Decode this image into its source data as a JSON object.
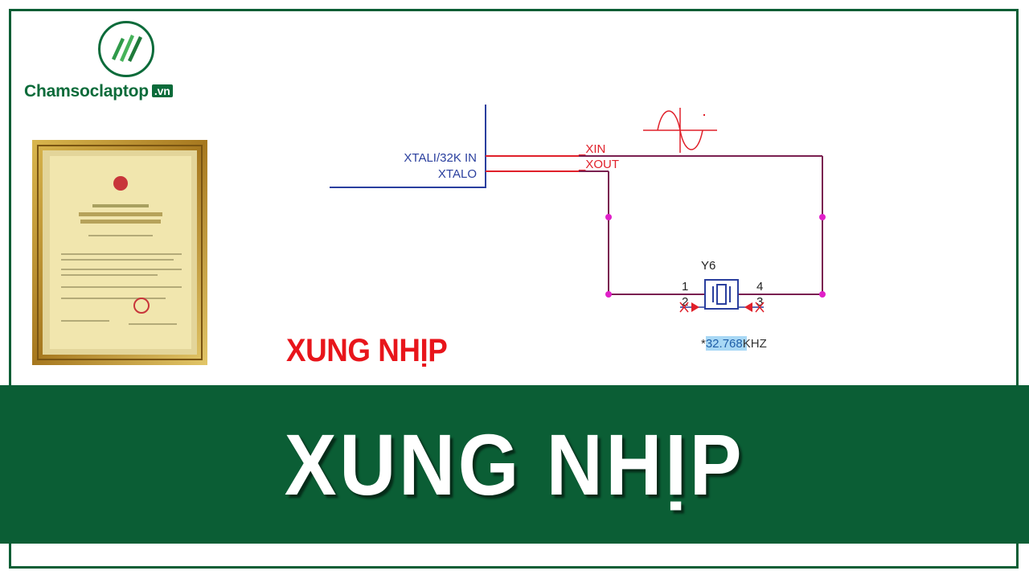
{
  "brand": {
    "name": "Chamsoclaptop",
    "tld": ".vn"
  },
  "schematic": {
    "signal_in": "XTALI/32K IN",
    "signal_out": "XTALO",
    "net_in": "_XIN",
    "net_out": "_XOUT",
    "component_ref": "Y6",
    "pin_1": "1",
    "pin_2": "2",
    "pin_3": "3",
    "pin_4": "4",
    "value_prefix": "*",
    "value_highlight": "32.768",
    "value_suffix": "KHZ"
  },
  "small_title": "XUNG NHỊP",
  "banner_title": "XUNG NHỊP",
  "colors": {
    "brand_green": "#0b5e35",
    "title_red": "#e8151b",
    "wire_blue": "#2a3f9e",
    "wire_red": "#e0202a",
    "wire_purple": "#7a2050",
    "junction_magenta": "#e020c8"
  }
}
